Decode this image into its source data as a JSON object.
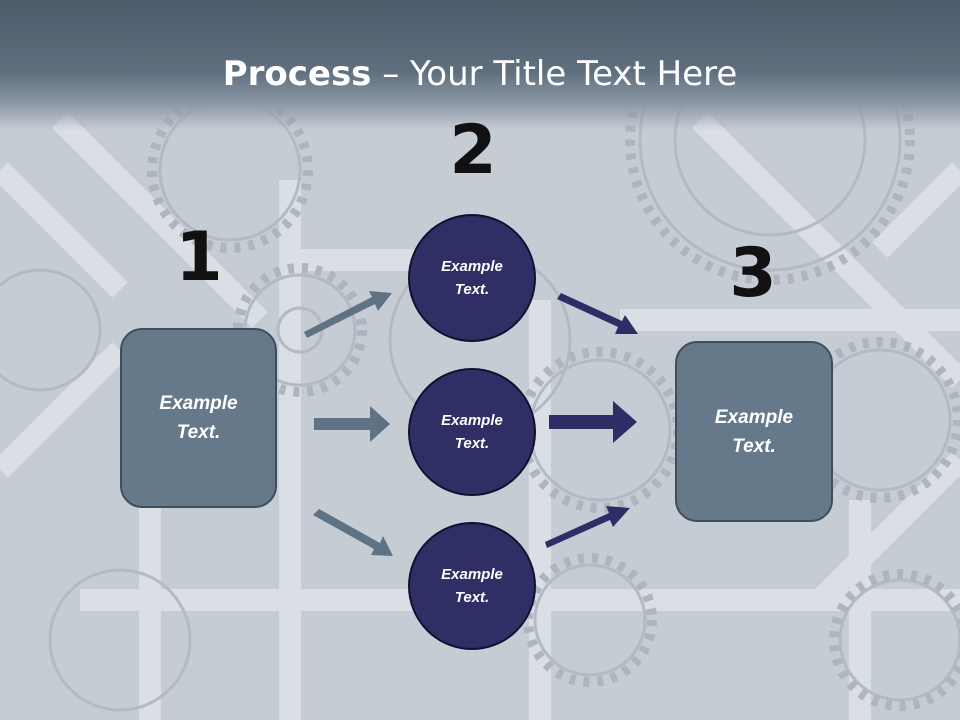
{
  "slide": {
    "title_strong": "Process",
    "title_rest": " – Your Title Text Here"
  },
  "steps": [
    {
      "number": "1",
      "label": "Example\nText."
    },
    {
      "number": "2",
      "label": "Example\nText."
    },
    {
      "number": "3",
      "label": "Example\nText."
    }
  ],
  "middle_items": [
    {
      "label": "Example\nText."
    },
    {
      "label": "Example\nText."
    },
    {
      "label": "Example\nText."
    }
  ],
  "colors": {
    "box_fill": "#66798a",
    "circle_fill": "#2f2f66",
    "left_arrow": "#5f7384",
    "right_arrow": "#2e2e66"
  }
}
